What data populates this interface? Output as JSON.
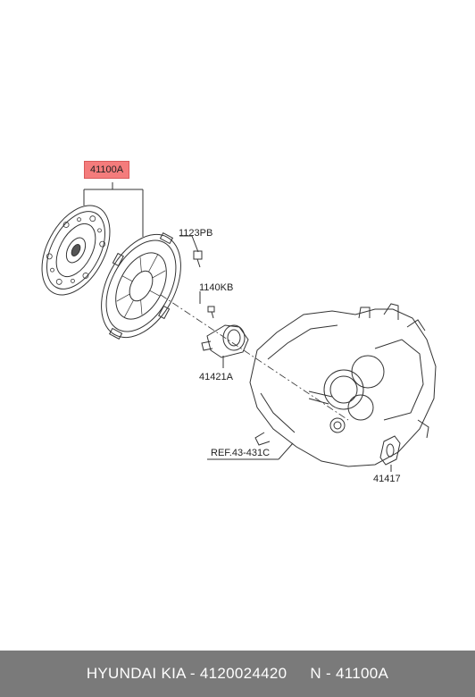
{
  "callouts": {
    "clutch_set": "41100A",
    "bolt": "1123PB",
    "bolt2": "1140KB",
    "release_bearing": "41421A",
    "transaxle_ref": "REF.43-431C",
    "cover": "41417"
  },
  "colors": {
    "highlight": "#f47c7c",
    "footer_bg": "#7a7a7a",
    "line": "#333333"
  },
  "footer": {
    "part_text": "HYUNDAI  KIA - 4120024420",
    "ref_text": "N - 41100A"
  }
}
